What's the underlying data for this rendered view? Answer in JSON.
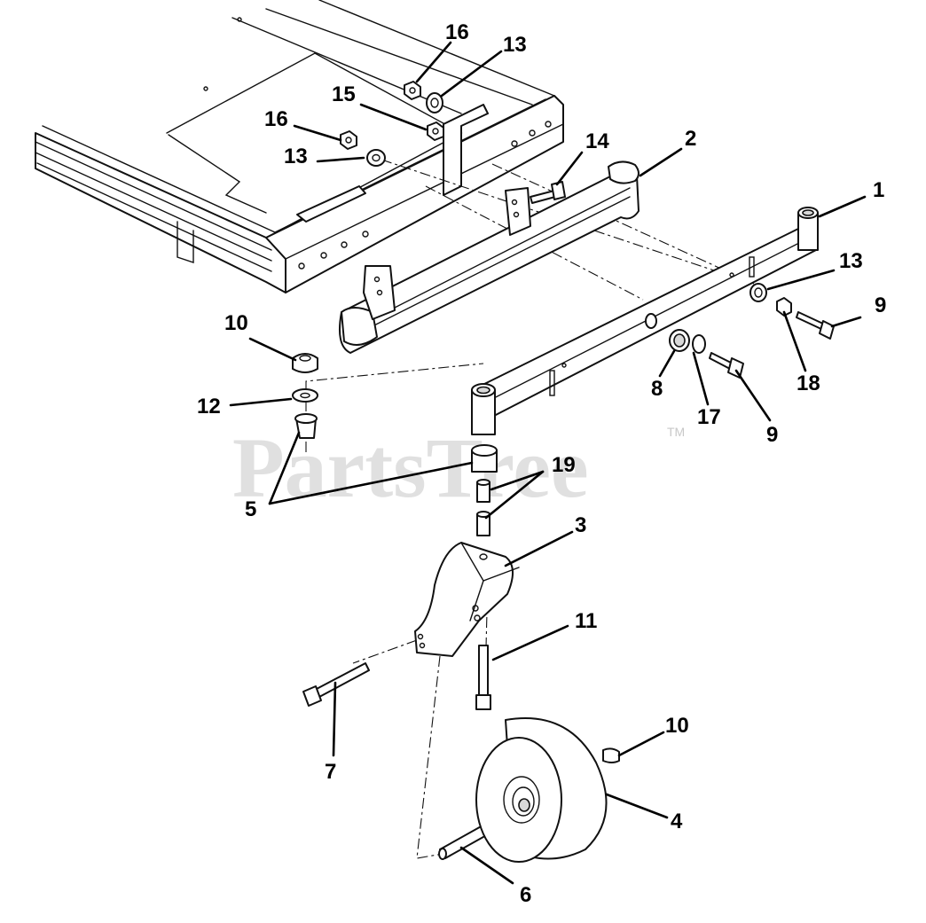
{
  "watermark": {
    "text": "PartsTree",
    "trademark": "TM"
  },
  "callouts": [
    {
      "id": "c-16a",
      "label": "16"
    },
    {
      "id": "c-13a",
      "label": "13"
    },
    {
      "id": "c-15",
      "label": "15"
    },
    {
      "id": "c-16b",
      "label": "16"
    },
    {
      "id": "c-13b",
      "label": "13"
    },
    {
      "id": "c-14",
      "label": "14"
    },
    {
      "id": "c-2",
      "label": "2"
    },
    {
      "id": "c-1",
      "label": "1"
    },
    {
      "id": "c-13c",
      "label": "13"
    },
    {
      "id": "c-9a",
      "label": "9"
    },
    {
      "id": "c-18",
      "label": "18"
    },
    {
      "id": "c-10a",
      "label": "10"
    },
    {
      "id": "c-12",
      "label": "12"
    },
    {
      "id": "c-8",
      "label": "8"
    },
    {
      "id": "c-17",
      "label": "17"
    },
    {
      "id": "c-9b",
      "label": "9"
    },
    {
      "id": "c-19",
      "label": "19"
    },
    {
      "id": "c-5",
      "label": "5"
    },
    {
      "id": "c-3",
      "label": "3"
    },
    {
      "id": "c-11",
      "label": "11"
    },
    {
      "id": "c-10b",
      "label": "10"
    },
    {
      "id": "c-7",
      "label": "7"
    },
    {
      "id": "c-4",
      "label": "4"
    },
    {
      "id": "c-6",
      "label": "6"
    }
  ]
}
